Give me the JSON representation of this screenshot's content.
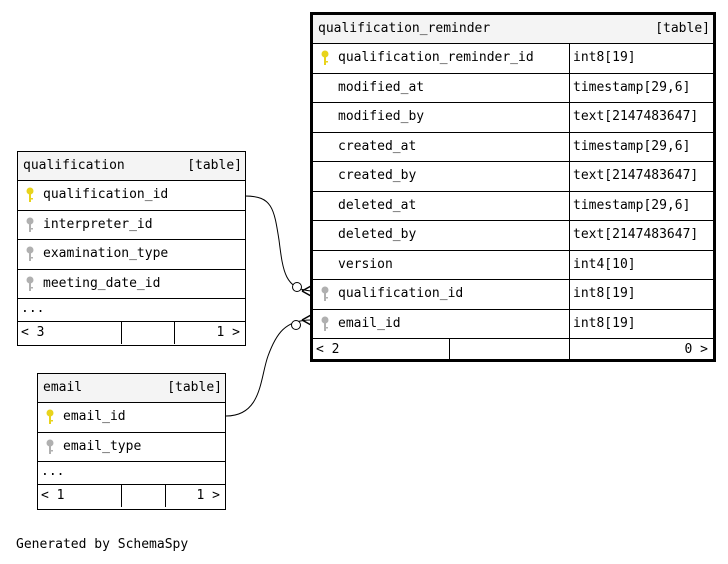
{
  "tables": {
    "qualification_reminder": {
      "name": "qualification_reminder",
      "type": "[table]",
      "columns": [
        {
          "name": "qualification_reminder_id",
          "type": "int8[19]",
          "key": "primary"
        },
        {
          "name": "modified_at",
          "type": "timestamp[29,6]",
          "key": "none"
        },
        {
          "name": "modified_by",
          "type": "text[2147483647]",
          "key": "none"
        },
        {
          "name": "created_at",
          "type": "timestamp[29,6]",
          "key": "none"
        },
        {
          "name": "created_by",
          "type": "text[2147483647]",
          "key": "none"
        },
        {
          "name": "deleted_at",
          "type": "timestamp[29,6]",
          "key": "none"
        },
        {
          "name": "deleted_by",
          "type": "text[2147483647]",
          "key": "none"
        },
        {
          "name": "version",
          "type": "int4[10]",
          "key": "none"
        },
        {
          "name": "qualification_id",
          "type": "int8[19]",
          "key": "foreign"
        },
        {
          "name": "email_id",
          "type": "int8[19]",
          "key": "foreign"
        }
      ],
      "footer": {
        "parents": "< 2",
        "children": "0 >"
      }
    },
    "qualification": {
      "name": "qualification",
      "type": "[table]",
      "columns": [
        {
          "name": "qualification_id",
          "key": "primary"
        },
        {
          "name": "interpreter_id",
          "key": "foreign"
        },
        {
          "name": "examination_type",
          "key": "foreign"
        },
        {
          "name": "meeting_date_id",
          "key": "foreign"
        }
      ],
      "more": "...",
      "footer": {
        "parents": "< 3",
        "children": "1 >"
      }
    },
    "email": {
      "name": "email",
      "type": "[table]",
      "columns": [
        {
          "name": "email_id",
          "key": "primary"
        },
        {
          "name": "email_type",
          "key": "foreign"
        }
      ],
      "more": "...",
      "footer": {
        "parents": "< 1",
        "children": "1 >"
      }
    }
  },
  "colors": {
    "primary_key": "#e8d31c",
    "foreign_key": "#b0b0b0",
    "header_bg": "#f4f4f4"
  },
  "relationships": [
    {
      "from": "qualification.qualification_id",
      "to": "qualification_reminder.qualification_id"
    },
    {
      "from": "email.email_id",
      "to": "qualification_reminder.email_id"
    }
  ],
  "credit": "Generated by SchemaSpy"
}
